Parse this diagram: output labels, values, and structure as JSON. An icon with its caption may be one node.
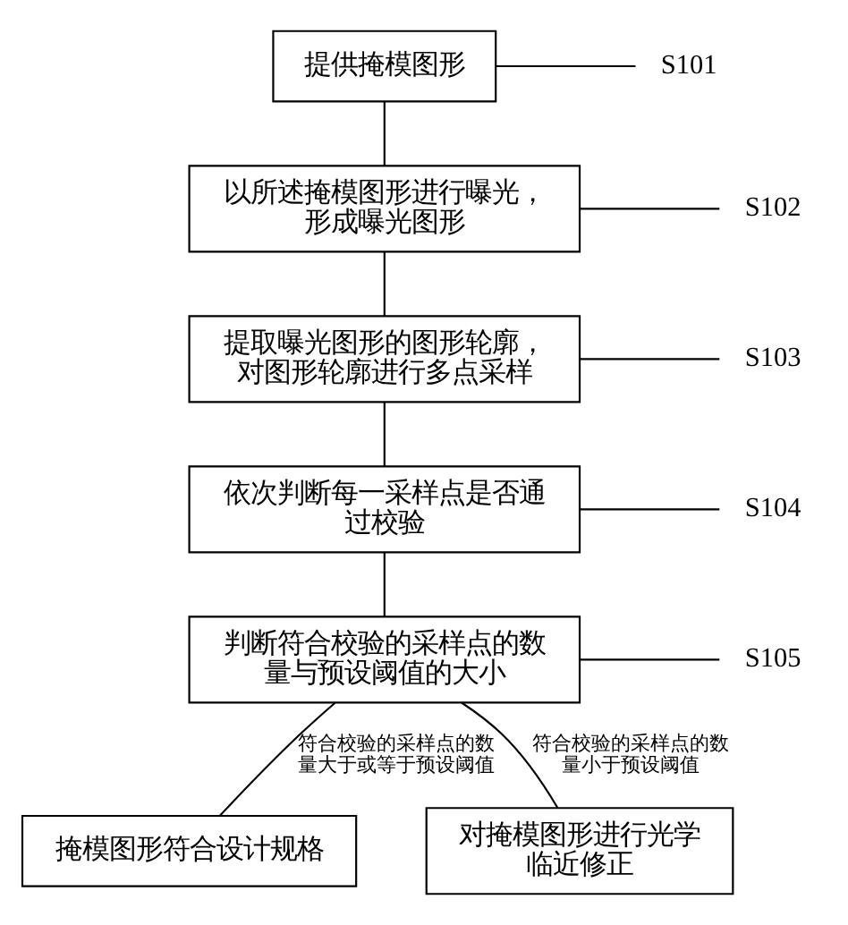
{
  "diagram": {
    "nodes": [
      {
        "text": [
          "提供掩模图形"
        ]
      },
      {
        "text": [
          "以所述掩模图形进行曝光，形成曝光图形"
        ]
      },
      {
        "text": [
          "提取曝光图形的图形轮廓，对图形轮廓进行多点采样"
        ]
      },
      {
        "text": [
          "依次判断每一采样点是否通过校验"
        ]
      },
      {
        "text": [
          "判断符合校验的采样点的数量与预设阈值的大小"
        ]
      },
      {
        "text": [
          "掩模图形符合设计规格"
        ]
      },
      {
        "text": [
          "对掩模图形进行光学临近修正"
        ]
      },
      {
        "text": [
          "S101"
        ]
      },
      {
        "text": [
          "S102"
        ]
      },
      {
        "text": [
          "S103"
        ]
      },
      {
        "text": [
          "S104"
        ]
      },
      {
        "text": [
          "S105"
        ]
      }
    ],
    "edges": [
      {
        "from": 0,
        "to": 1,
        "arrow": "none"
      },
      {
        "from": 1,
        "to": 2,
        "arrow": "none"
      },
      {
        "from": 2,
        "to": 3,
        "arrow": "none"
      },
      {
        "from": 3,
        "to": 4,
        "arrow": "none"
      },
      {
        "from": 4,
        "to": 5,
        "arrow": "none",
        "label": "符合校验的采样点的数量大于或等于预设阈值"
      },
      {
        "from": 4,
        "to": 6,
        "arrow": "none",
        "label": "符合校验的采样点的数量小于预设阈值"
      },
      {
        "from": 7,
        "to": 0,
        "arrow": "none"
      },
      {
        "from": 8,
        "to": 1,
        "arrow": "none"
      },
      {
        "from": 9,
        "to": 2,
        "arrow": "none"
      },
      {
        "from": 10,
        "to": 3,
        "arrow": "none"
      },
      {
        "from": 11,
        "to": 4,
        "arrow": "none"
      }
    ]
  }
}
